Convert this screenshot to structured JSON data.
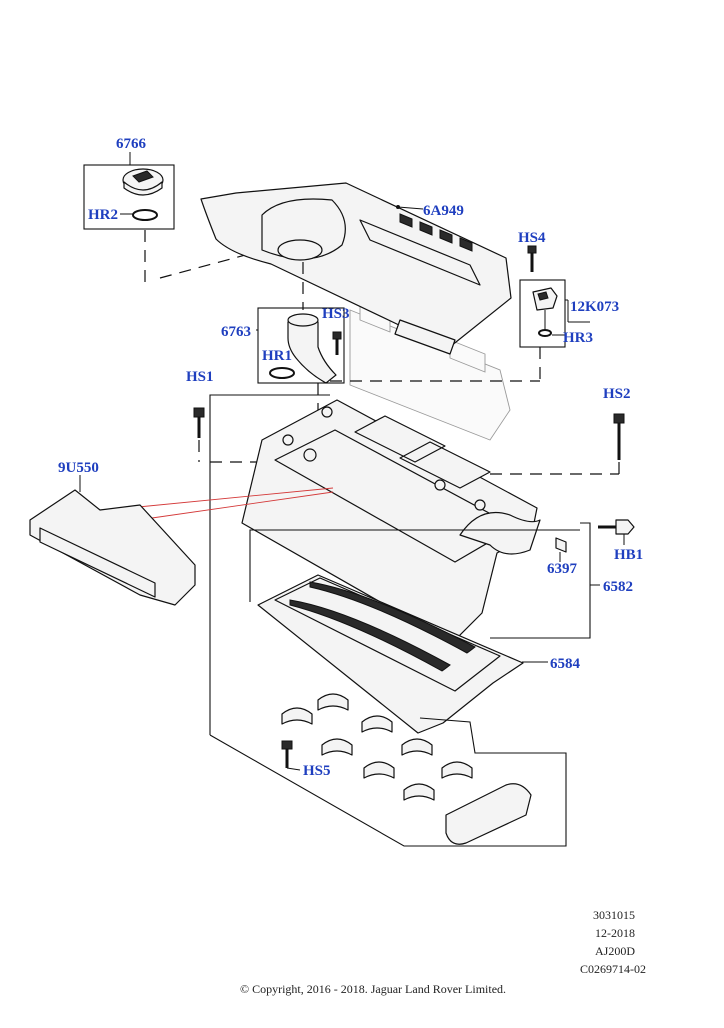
{
  "callouts": {
    "c6766": "6766",
    "hr2": "HR2",
    "c6a949": "6A949",
    "hs4": "HS4",
    "c12k073": "12K073",
    "hr3": "HR3",
    "c6763": "6763",
    "hs3": "HS3",
    "hr1": "HR1",
    "hs1": "HS1",
    "hs2": "HS2",
    "c9u550": "9U550",
    "hb1": "HB1",
    "c6397": "6397",
    "c6582": "6582",
    "c6584": "6584",
    "hs5": "HS5"
  },
  "meta": {
    "line1": "3031015",
    "line2": "12-2018",
    "line3": "AJ200D",
    "line4": "C0269714-02"
  },
  "copyright": "© Copyright, 2016 - 2018. Jaguar Land Rover Limited.",
  "colors": {
    "callout": "#1f3fbf",
    "linework": "#111111",
    "guide": "#d43a3a"
  }
}
